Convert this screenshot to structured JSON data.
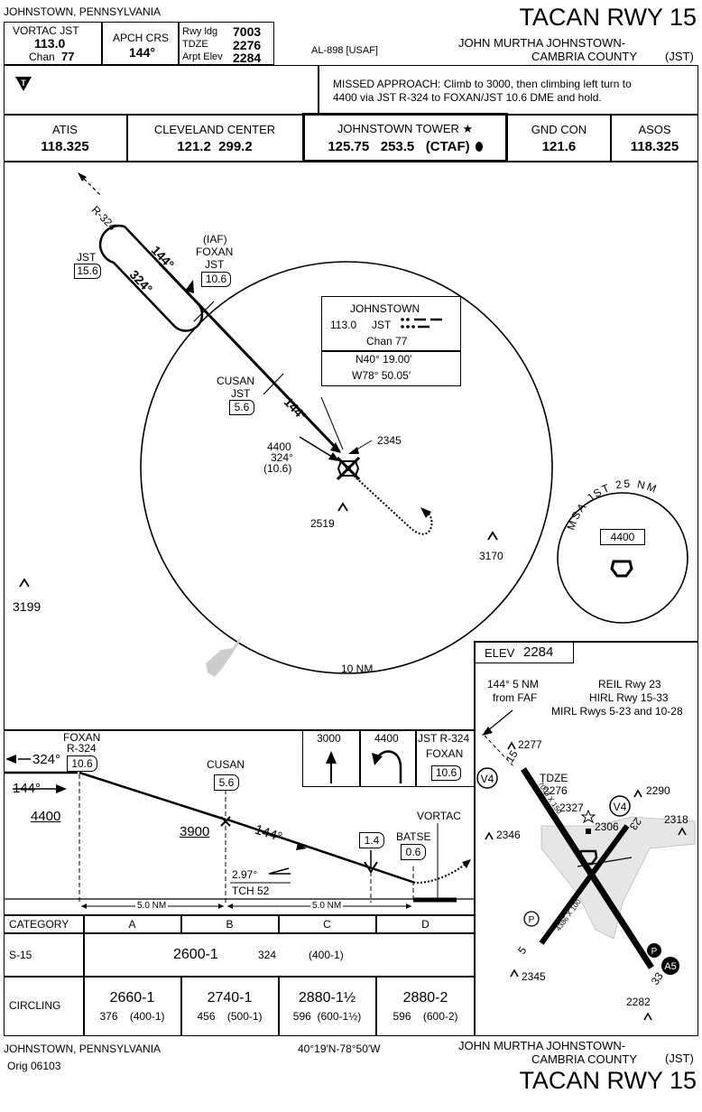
{
  "header": {
    "location": "JOHNSTOWN, PENNSYLVANIA",
    "procedure": "TACAN RWY 15",
    "airport_line1": "JOHN MURTHA JOHNSTOWN-",
    "airport_line2": "CAMBRIA COUNTY",
    "airport_id": "(JST)",
    "al_number": "AL-898 [USAF]",
    "nav_label": "VORTAC  JST",
    "nav_freq": "113.0",
    "nav_chan_label": "Chan",
    "nav_chan": "77",
    "apch_crs_label": "APCH CRS",
    "apch_crs": "144°",
    "rwy_ldg_label": "Rwy ldg",
    "rwy_ldg": "7003",
    "tdze_label": "TDZE",
    "tdze": "2276",
    "arpt_elev_label": "Arpt Elev",
    "arpt_elev": "2284"
  },
  "missed_approach": {
    "line1": "MISSED APPROACH:  Climb to 3000, then climbing left turn to",
    "line2": "4400 via JST R-324 to FOXAN/JST 10.6 DME and hold."
  },
  "comms": [
    {
      "name": "ATIS",
      "freq": "118.325"
    },
    {
      "name": "CLEVELAND CENTER",
      "freq": "121.2  299.2"
    },
    {
      "name": "JOHNSTOWN TOWER ★",
      "freq": "125.75   253.5   (CTAF)"
    },
    {
      "name": "GND CON",
      "freq": "121.6"
    },
    {
      "name": "ASOS",
      "freq": "118.325"
    }
  ],
  "plan": {
    "radial_label": "R-324",
    "hold_in": "144°",
    "hold_out": "324°",
    "jst_fix_name": "JST",
    "jst_fix_dme": "15.6",
    "foxan_iaf": "(IAF)",
    "foxan_name": "FOXAN",
    "foxan_jst": "JST",
    "foxan_dme": "10.6",
    "cusan_name": "CUSAN",
    "cusan_jst": "JST",
    "cusan_dme": "5.6",
    "final_course": "144°",
    "feeder_alt": "4400",
    "feeder_crs": "324°",
    "feeder_dme": "(10.6)",
    "obstacle_2345": "2345",
    "obstacle_2519": "2519",
    "obstacle_3170": "3170",
    "obstacle_3199": "3199",
    "ring_label": "10 NM",
    "navbox_name": "JOHNSTOWN",
    "navbox_freq": "113.0",
    "navbox_id": "JST",
    "navbox_chan": "Chan 77",
    "navbox_lat": "N40° 19.00′",
    "navbox_lon": "W78° 50.05′",
    "msa_label": "MSA  JST 25 NM",
    "msa_alt": "4400"
  },
  "profile": {
    "foxan_name": "FOXAN",
    "foxan_radial": "R-324",
    "foxan_dme": "10.6",
    "outbound": "324°",
    "inbound": "144°",
    "init_alt": "4400",
    "cusan_name": "CUSAN",
    "cusan_dme": "5.6",
    "cusan_alt": "3900",
    "final_crs": "144°",
    "vdp_dme": "1.4",
    "batse_name": "BATSE",
    "batse_dme": "0.6",
    "vortac_label": "VORTAC",
    "gs_angle": "2.97°",
    "tch": "TCH 52",
    "dist1": "5.0 NM",
    "dist2": "5.0 NM",
    "ma_alt1": "3000",
    "ma_alt2": "4400",
    "ma_fix_radial": "JST R-324",
    "ma_fix_name": "FOXAN",
    "ma_fix_dme": "10.6"
  },
  "minimums": {
    "category_label": "CATEGORY",
    "categories": [
      "A",
      "B",
      "C",
      "D"
    ],
    "straight_label": "S-15",
    "straight_mda": "2600-1",
    "straight_hat": "324",
    "straight_mil": "(400-1)",
    "circling_label": "CIRCLING",
    "circling": [
      {
        "mda": "2660-1",
        "hat": "376",
        "mil": "(400-1)"
      },
      {
        "mda": "2740-1",
        "hat": "456",
        "mil": "(500-1)"
      },
      {
        "mda": "2880-1½",
        "hat": "596",
        "mil": "(600-1½)"
      },
      {
        "mda": "2880-2",
        "hat": "596",
        "mil": "(600-2)"
      }
    ]
  },
  "airport": {
    "elev_label": "ELEV",
    "elev": "2284",
    "faf_note_line1": "144° 5 NM",
    "faf_note_line2": "from FAF",
    "lights1": "REIL Rwy 23",
    "lights2": "HIRL Rwy 15-33",
    "lights3": "MIRL Rwys 5-23 and 10-28",
    "tdze_label": "TDZE",
    "tdze": "2276",
    "rwy_15": "15",
    "rwy_33": "33",
    "rwy_5": "5",
    "rwy_23": "23",
    "rwy_15_33_dims": "7003 X 150",
    "rwy_5_23_dims": "4386 X 100",
    "vasi_left": "V4",
    "vasi_right": "V4",
    "papi": "P",
    "approach_lights": "A5",
    "obs_2277": "2277",
    "obs_2290": "2290",
    "obs_2318": "2318",
    "obs_2346": "2346",
    "obs_2327": "2327",
    "obs_2306": "2306",
    "obs_2345": "2345",
    "obs_2282": "2282"
  },
  "footer": {
    "location": "JOHNSTOWN, PENNSYLVANIA",
    "coords": "40°19′N-78°50′W",
    "airport_line1": "JOHN MURTHA JOHNSTOWN-",
    "airport_line2": "CAMBRIA COUNTY",
    "airport_id": "(JST)",
    "procedure": "TACAN RWY 15",
    "amendment": "Orig  06103"
  }
}
